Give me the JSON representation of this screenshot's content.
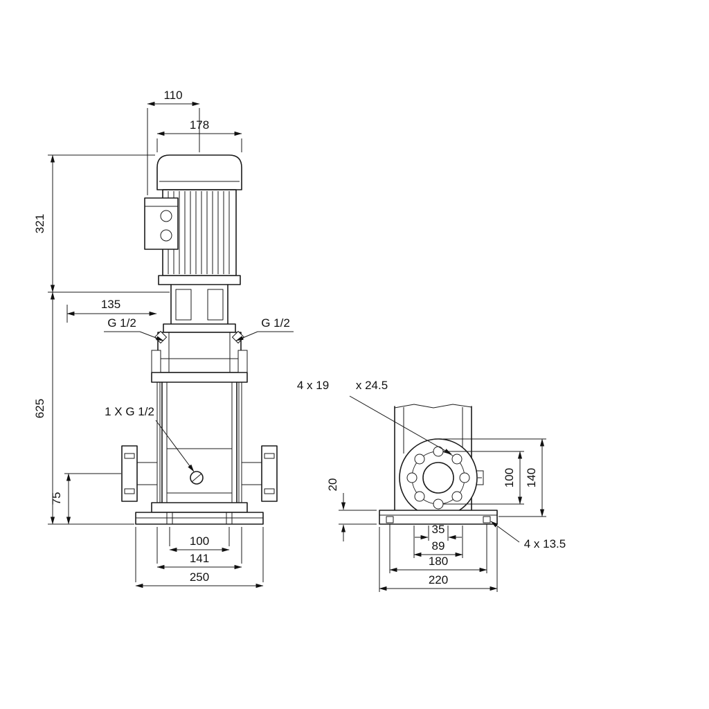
{
  "front_view": {
    "dims": {
      "d110": "110",
      "d178": "178",
      "d321": "321",
      "d135": "135",
      "d625": "625",
      "d75": "75",
      "d100": "100",
      "d141": "141",
      "d250": "250"
    },
    "labels": {
      "port_left": "G 1/2",
      "port_right": "G 1/2",
      "drain": "1 X G 1/2"
    }
  },
  "side_view": {
    "dims": {
      "d20": "20",
      "d100": "100",
      "d140": "140",
      "d35": "35",
      "d89": "89",
      "d180": "180",
      "d220": "220"
    },
    "labels": {
      "flange_holes": "4 x 19",
      "flange_holes_depth": "x 24.5",
      "base_holes": "4 x 13.5"
    }
  }
}
